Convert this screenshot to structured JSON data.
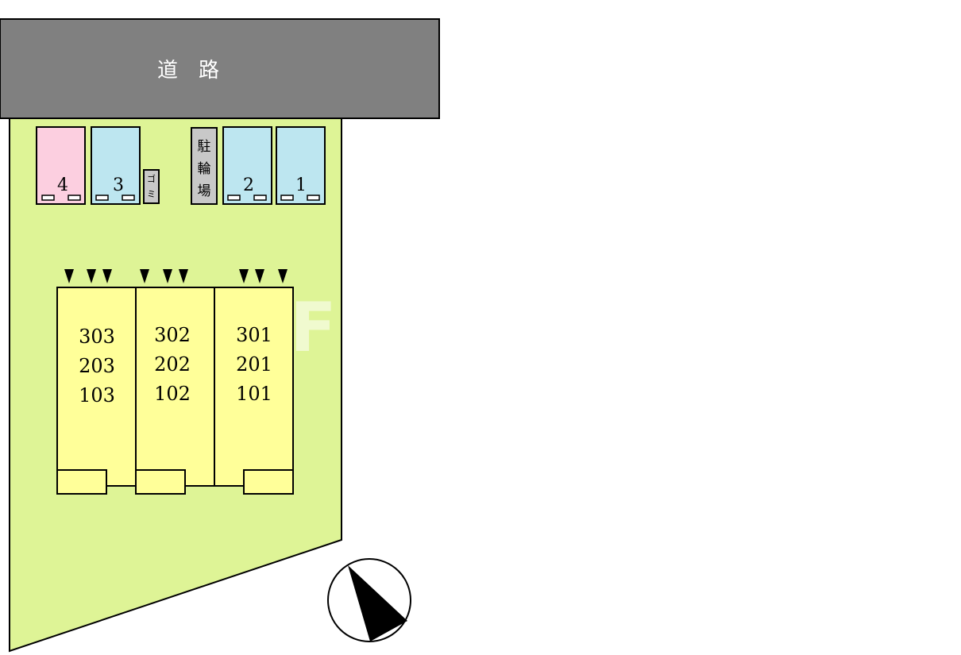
{
  "road": {
    "label": "道　路"
  },
  "parking": [
    {
      "number": "4",
      "color": "#fccfe0"
    },
    {
      "number": "3",
      "color": "#bde6f0"
    },
    {
      "number": "2",
      "color": "#bde6f0"
    },
    {
      "number": "1",
      "color": "#bde6f0"
    }
  ],
  "garbage": {
    "label": [
      "ゴ",
      "ミ"
    ]
  },
  "bicycle_parking": {
    "label": [
      "駐",
      "輪",
      "場"
    ]
  },
  "building": {
    "units": [
      {
        "rooms": [
          "303",
          "203",
          "103"
        ]
      },
      {
        "rooms": [
          "302",
          "202",
          "102"
        ]
      },
      {
        "rooms": [
          "301",
          "201",
          "101"
        ]
      }
    ]
  },
  "watermark": "F",
  "colors": {
    "road": "#808080",
    "lot": "#def496",
    "building": "#ffff99",
    "facility": "#c8c8c8",
    "outline": "#000000"
  },
  "compass": {
    "direction": "north"
  }
}
